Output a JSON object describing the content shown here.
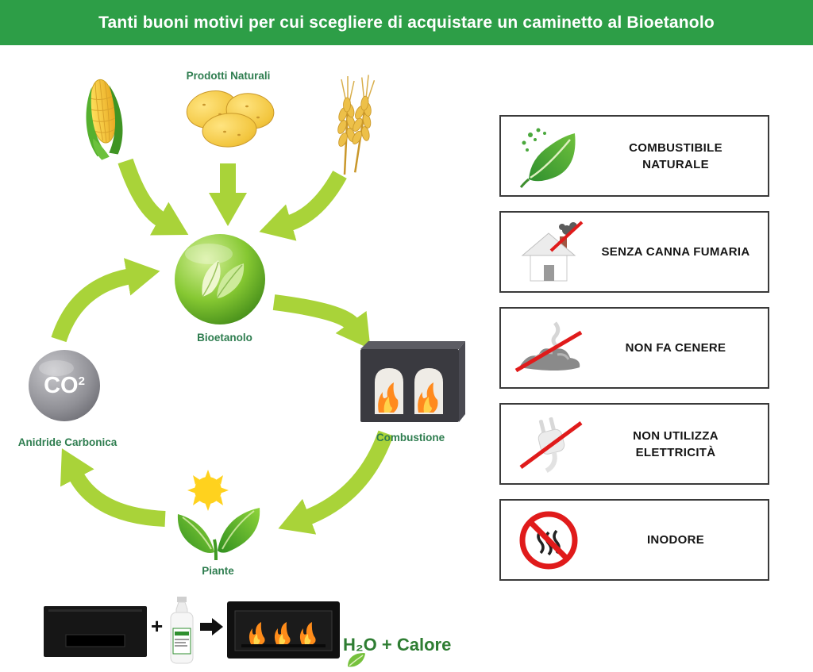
{
  "header": {
    "title": "Tanti buoni motivi per cui scegliere di acquistare un caminetto al Bioetanolo"
  },
  "cycle": {
    "prodotti_label": "Prodotti Naturali",
    "bioetanolo_label": "Bioetanolo",
    "combustione_label": "Combustione",
    "co2_text": "CO",
    "co2_sup": "2",
    "anidride_label": "Anidride Carbonica",
    "piante_label": "Piante"
  },
  "benefits": [
    {
      "icon": "natural-fuel-leaf-icon",
      "label": "COMBUSTIBILE NATURALE"
    },
    {
      "icon": "no-chimney-house-icon",
      "label": "SENZA CANNA FUMARIA"
    },
    {
      "icon": "no-ash-icon",
      "label": "NON FA CENERE"
    },
    {
      "icon": "no-electricity-plug-icon",
      "label": "NON UTILIZZA ELETTRICITÀ"
    },
    {
      "icon": "no-odor-icon",
      "label": "INODORE"
    }
  ],
  "formula": {
    "plus": "+",
    "result": "H₂O + Calore"
  },
  "icons": {
    "cycle": [
      "corn-icon",
      "potatoes-icon",
      "wheat-icon",
      "bioethanol-sphere-icon",
      "co2-sphere-icon",
      "fireplace-icon",
      "plant-sun-icon"
    ],
    "bottom": [
      "black-fireplace-icon",
      "bioethanol-bottle-icon",
      "right-arrow-icon",
      "burning-fireplace-icon",
      "leaf-icon"
    ]
  },
  "colors": {
    "header_bg": "#2d9e47",
    "arrow_green": "#a9d339",
    "label_green": "#2e7d4f",
    "result_green": "#2e7d32"
  }
}
